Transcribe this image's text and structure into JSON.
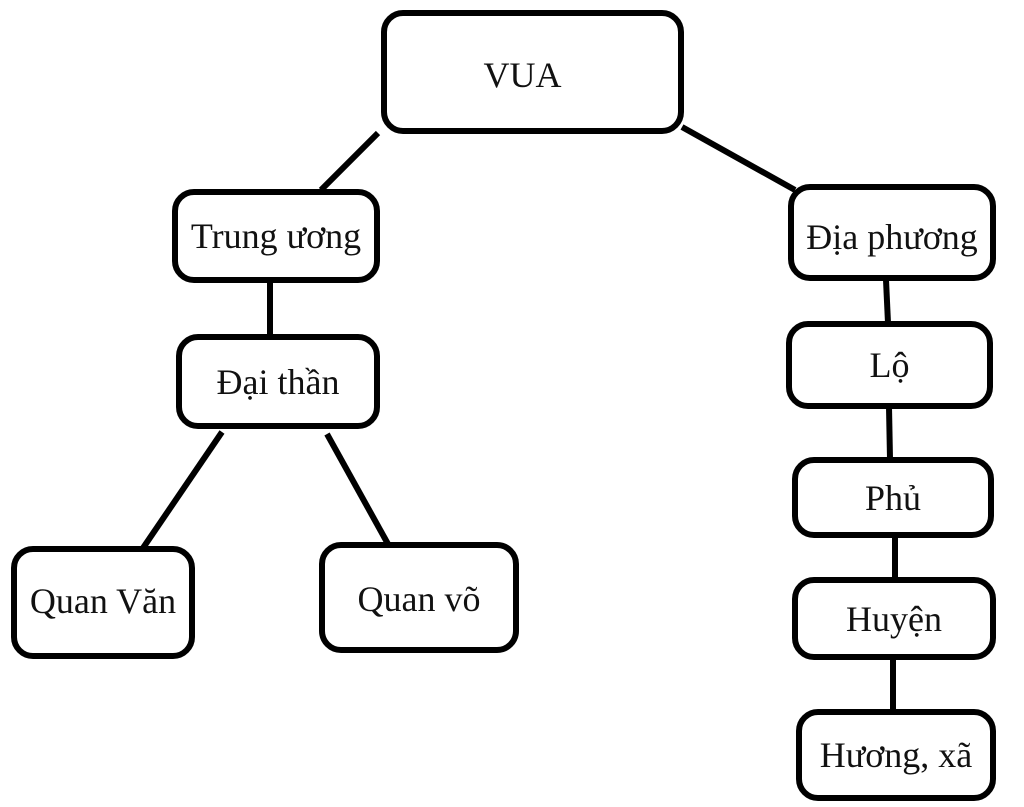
{
  "diagram": {
    "root": {
      "label": "VUA"
    },
    "central": {
      "label": "Trung ương",
      "child": {
        "label": "Đại thần",
        "children": [
          {
            "label": "Quan Văn"
          },
          {
            "label": "Quan võ"
          }
        ]
      }
    },
    "local": {
      "label": "Địa phương",
      "chain": [
        {
          "label": "Lộ"
        },
        {
          "label": "Phủ"
        },
        {
          "label": "Huyện"
        },
        {
          "label": "Hương, xã"
        }
      ]
    },
    "edges": [
      [
        "VUA",
        "Trung ương"
      ],
      [
        "VUA",
        "Địa phương"
      ],
      [
        "Trung ương",
        "Đại thần"
      ],
      [
        "Đại thần",
        "Quan Văn"
      ],
      [
        "Đại thần",
        "Quan võ"
      ],
      [
        "Địa phương",
        "Lộ"
      ],
      [
        "Lộ",
        "Phủ"
      ],
      [
        "Phủ",
        "Huyện"
      ],
      [
        "Huyện",
        "Hương, xã"
      ]
    ],
    "colors": {
      "stroke": "#000000",
      "background": "#ffffff",
      "text": "#111111"
    }
  }
}
